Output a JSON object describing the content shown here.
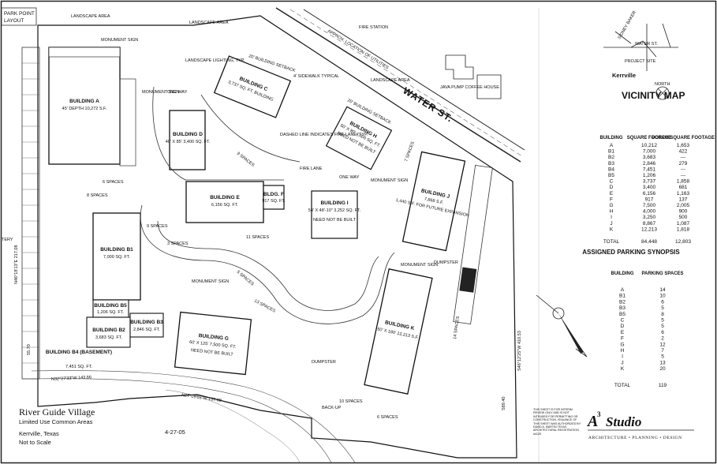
{
  "project": {
    "title": "River Guide Village",
    "subtitle": "Limited Use Common Areas",
    "location": "Kerrville, Texas",
    "scale": "Not to Scale",
    "date": "4-27-05"
  },
  "top_left_labels": [
    "PARK POINT",
    "LAYOUT"
  ],
  "streets": {
    "water_st": "WATER ST."
  },
  "site_labels": {
    "fire_station": "FIRE STATION",
    "approx_utilities": "APPROX. LOCATION OF UTILITIES",
    "building_setback_1": "20' BUILDING SETBACK",
    "building_setback_2": "20' BUILDING SETBACK",
    "landscape_area_1": "LANDSCAPE AREA",
    "landscape_area_2": "LANDSCAPE AREA",
    "landscape_area_3": "LANDSCAPE AREA",
    "landscape_lighting": "LANDSCAPE LIGHTING, TYP.",
    "sidewalk": "4' SIDEWALK TYPICAL",
    "monument_sign": "MONUMENT SIGN",
    "one_way": "ONE WAY",
    "fire_lane": "FIRE LANE",
    "dashed_line_note": "DASHED LINE INDICATES FIRE LANE, TYP.",
    "dumpster": "DUMPSTER",
    "back_up": "BACK-UP",
    "java_pump": "JAVA PUMP COFFEE HOUSE",
    "cemetery": "TERY"
  },
  "buildings": [
    {
      "id": "A",
      "label": "BUILDING A",
      "sub": "45' DEPTH 10,272 S.F."
    },
    {
      "id": "B1",
      "label": "BUILDING B1",
      "sub": "7,000 SQ. FT."
    },
    {
      "id": "B2",
      "label": "BUILDING B2",
      "sub": "3,683 SQ. FT."
    },
    {
      "id": "B3",
      "label": "BUILDING B3",
      "sub": "2,846 SQ. FT."
    },
    {
      "id": "B4",
      "label": "BUILDING B4 (BASEMENT)",
      "sub": "7,451 SQ. FT."
    },
    {
      "id": "B5",
      "label": "BUILDING B5",
      "sub": "1,206 SQ. FT."
    },
    {
      "id": "C",
      "label": "BUILDING C",
      "sub": "3,737 SQ. FT. BUILDING"
    },
    {
      "id": "D",
      "label": "BUILDING D",
      "sub": "40' X 85' 3,400 SQ. FT."
    },
    {
      "id": "E",
      "label": "BUILDING E",
      "sub": "6,156 SQ. FT."
    },
    {
      "id": "F",
      "label": "BLDG. F",
      "sub": "917 SQ. FT."
    },
    {
      "id": "G",
      "label": "BUILDING G",
      "sub": "60' X 125' 7,500 SQ. FT.",
      "note": "NEED NOT BE BUILT"
    },
    {
      "id": "H",
      "label": "BUILDING H",
      "sub": "50' X 80' 4,000 SQ. FT.",
      "note": "NEED NOT BE BUILT"
    },
    {
      "id": "I",
      "label": "BUILDING I",
      "sub": "54' X 48'-10\" 3,252 SQ. FT.",
      "note": "NEED NOT BE BUILT"
    },
    {
      "id": "J",
      "label": "BUILDING J",
      "sub": "7,868 S.F.",
      "note": "1,440 S.F. FOR FUTURE EXPANSION"
    },
    {
      "id": "K",
      "label": "BUILDING K",
      "sub": "50' X 180' 12,213 S.F."
    }
  ],
  "vicinity_map": {
    "title": "VICINITY MAP",
    "kerrville": "Kerrville",
    "project_site": "PROJECT SITE",
    "water_st": "WATER ST.",
    "sidney_baker": "SIDNEY BAKER",
    "north": "NORTH"
  },
  "area_table": {
    "headers": [
      "BUILDING",
      "SQUARE FOOTAGE",
      "PORCH SQUARE FOOTAGE"
    ],
    "rows": [
      [
        "A",
        "10,212",
        "1,653"
      ],
      [
        "B1",
        "7,000",
        "422"
      ],
      [
        "B2",
        "3,683",
        "---"
      ],
      [
        "B3",
        "2,846",
        "279"
      ],
      [
        "B4",
        "7,451",
        "---"
      ],
      [
        "B5",
        "1,206",
        "---"
      ],
      [
        "C",
        "3,737",
        "1,858"
      ],
      [
        "D",
        "3,400",
        "681"
      ],
      [
        "E",
        "6,156",
        "1,163"
      ],
      [
        "F",
        "917",
        "137"
      ],
      [
        "G",
        "7,500",
        "2,005"
      ],
      [
        "H",
        "4,000",
        "900"
      ],
      [
        "I",
        "3,250",
        "500"
      ],
      [
        "J",
        "8,867",
        "1,087"
      ],
      [
        "K",
        "12,213",
        "1,818"
      ]
    ],
    "total": [
      "TOTAL",
      "84,448",
      "12,803"
    ]
  },
  "parking_synopsis": {
    "title": "ASSIGNED PARKING SYNOPSIS",
    "headers": [
      "BUILDING",
      "PARKING SPACES"
    ],
    "rows": [
      [
        "A",
        "14"
      ],
      [
        "B1",
        "10"
      ],
      [
        "B2",
        "6"
      ],
      [
        "B3",
        "5"
      ],
      [
        "B5",
        "8"
      ],
      [
        "C",
        "5"
      ],
      [
        "D",
        "5"
      ],
      [
        "E",
        "6"
      ],
      [
        "F",
        "2"
      ],
      [
        "G",
        "12"
      ],
      [
        "H",
        "7"
      ],
      [
        "I",
        "5"
      ],
      [
        "J",
        "13"
      ],
      [
        "K",
        "20"
      ]
    ],
    "total": [
      "TOTAL",
      "119"
    ]
  },
  "parking_labels": [
    "8 SPACES",
    "6 SPACES",
    "9 SPACES",
    "11 SPACES",
    "13 SPACES",
    "10 SPACES",
    "6 SPACES",
    "3 SPACES",
    "14 SPACES",
    "7 SPACES",
    "9 SPACES",
    "5 SPACES"
  ],
  "bearings": {
    "b1": "N32°27'33\"W 143.66",
    "b2": "N27°09'03\"W 137.08",
    "b3": "S46°12'25\"W 410.53",
    "b4": "N46°18'13\"E 217.08",
    "b5": "S89.40",
    "b6": "55.70"
  },
  "disclaimer": "THIS SHEET IS FOR INTERIM REVIEW ONLY AND IS NOT INTENDED FOR PERMITTING OR CONSTRUCTION. ISSUANCE OF THIS SHEET WAS AUTHORIZED BY: DAVID A. MARTIN TEXAS ARCHITECTURAL REGISTRATION #4125",
  "firm": {
    "name": "Studio",
    "services": "ARCHITECTURE  •  PLANNING  •  DESIGN"
  }
}
